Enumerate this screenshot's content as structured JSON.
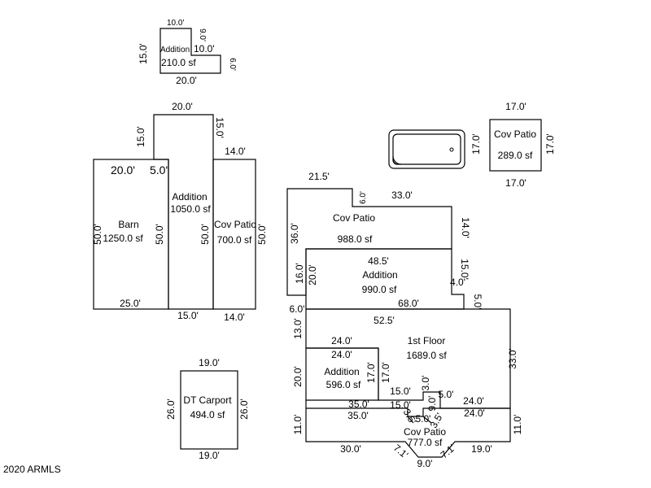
{
  "plan": {
    "top_addition": {
      "name": "Addition",
      "area": "210.0 sf",
      "dims": {
        "top": "10.0'",
        "left": "15.0'",
        "notch_v": "9.0'",
        "notch_h": "10.0'",
        "right": "6.0'",
        "bottom": "20.0'"
      }
    },
    "barn": {
      "name": "Barn",
      "area": "1250.0 sf",
      "dims": {
        "top": "20.0'",
        "top_right": "5.0'",
        "left": "50.0'",
        "right": "50.0'",
        "bottom": "25.0'"
      }
    },
    "addition_tall": {
      "name": "Addition",
      "area": "1050.0 sf",
      "dims": {
        "top": "20.0'",
        "left": "15.0'",
        "right": "15.0'",
        "side": "50.0'",
        "bottom": "15.0'"
      }
    },
    "cov_patio_left": {
      "name": "Cov Patio",
      "area": "700.0 sf",
      "dims": {
        "top": "14.0'",
        "right": "50.0'",
        "bottom": "14.0'"
      }
    },
    "pool": {},
    "cov_patio_pool": {
      "name": "Cov Patio",
      "area": "289.0 sf",
      "dims": {
        "top": "17.0'",
        "left": "17.0'",
        "right": "17.0'",
        "bottom": "17.0'",
        "pool_side": "17.0'"
      }
    },
    "cov_patio_main": {
      "name": "Cov Patio",
      "area": "988.0 sf",
      "dims": {
        "top_left": "21.5'",
        "notch": "6.0'",
        "top_right": "33.0'",
        "left": "36.0'",
        "right": "14.0'",
        "lower_left": "16.0'"
      }
    },
    "addition_mid": {
      "name": "Addition",
      "area": "990.0 sf",
      "dims": {
        "top": "48.5'",
        "left": "20.0'",
        "right": "15.0'",
        "step": "4.0'",
        "bottom": "68.0'",
        "step_down": "5.0'",
        "offset": "6.0'"
      }
    },
    "first_floor": {
      "name": "1st Floor",
      "area": "1689.0 sf",
      "dims": {
        "top": "52.5'",
        "left": "13.0'",
        "right": "33.0'",
        "addition_top": "24.0'",
        "right_lower": "24.0'",
        "lower_right": "24.0'",
        "nook": "3.0'",
        "nook_w": "5.0'"
      }
    },
    "addition_low": {
      "name": "Addition",
      "area": "596.0 sf",
      "dims": {
        "top": "24.0'",
        "left": "20.0'",
        "right_a": "17.0'",
        "right_b": "17.0'",
        "bottom": "15.0'",
        "bottom_b": "15.0'",
        "bottom_left": "35.0'"
      }
    },
    "cov_patio_bottom": {
      "name": "Cov Patio",
      "area": "777.0 sf",
      "dims": {
        "top_left": "35.0'",
        "top_mid": "5.0'",
        "nook": "9.0'",
        "left": "11.0'",
        "right": "11.0'",
        "bottom_left": "30.0'",
        "bottom_right": "19.0'",
        "bottom_mid": "9.0'",
        "diag_left": "7.1'",
        "diag_right": "7.1'",
        "diag_in_left": "3.5'",
        "diag_in_right": "3.5'"
      }
    },
    "dt_carport": {
      "name": "DT Carport",
      "area": "494.0 sf",
      "dims": {
        "top": "19.0'",
        "left": "26.0'",
        "right": "26.0'",
        "bottom": "19.0'"
      }
    }
  },
  "footer": {
    "copyright": "2020 ARMLS"
  }
}
